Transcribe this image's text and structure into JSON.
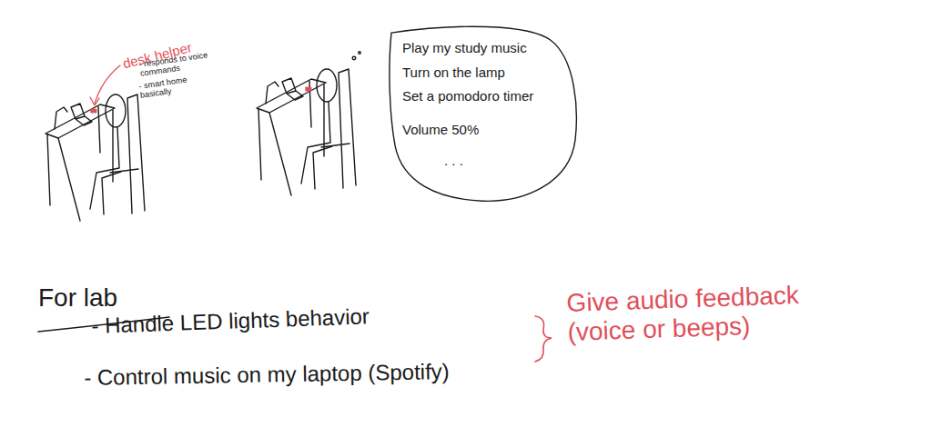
{
  "diagram": {
    "nodes": [
      {
        "text": [
          "Play my study music",
          "Turn on the lamp",
          "Set a pomodoro timer",
          "Volume 50%",
          ". . ."
        ]
      }
    ],
    "labels": [
      "desk helper",
      "- responds to voice commands",
      "- smart home basically",
      "For lab",
      "- Handle LED lights behavior",
      "- Control music on my laptop (Spotify)",
      "Give audio feedback (voice or beeps)"
    ]
  }
}
